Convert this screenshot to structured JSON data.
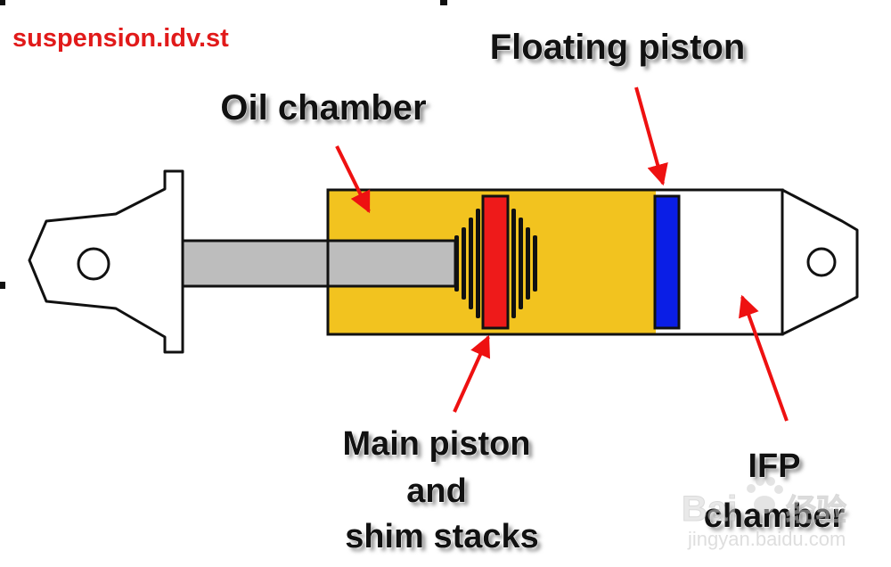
{
  "site_label": "suspension.idv.st",
  "labels": {
    "oil_chamber": "Oil chamber",
    "floating_piston": "Floating piston",
    "main_piston_line1": "Main piston",
    "main_piston_line2": "and",
    "main_piston_line3": "shim stacks",
    "ifp_line1": "IFP",
    "ifp_line2": "chamber"
  },
  "watermark": {
    "brand": "Bai",
    "brand_cn": "经验",
    "url": "jingyan.baidu.com"
  },
  "colors": {
    "oil": "#f2c31f",
    "main_piston": "#ee1a1a",
    "floating_piston": "#0a1ee6",
    "rod": "#bdbdbd",
    "arrow": "#ee1111",
    "site_label": "#e11a1a"
  }
}
